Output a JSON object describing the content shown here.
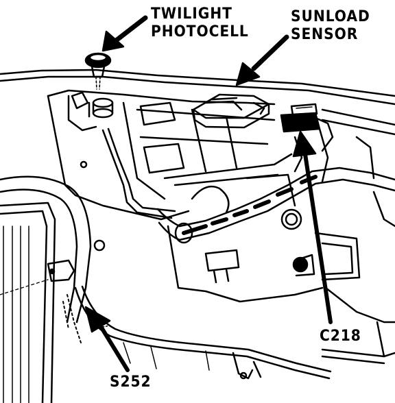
{
  "labels": {
    "twilight_photocell": [
      "TWILIGHT",
      "PHOTOCELL"
    ],
    "sunload_sensor": [
      "SUNLOAD",
      "SENSOR"
    ],
    "connector": "C218",
    "splice": "S252"
  },
  "colors": {
    "ink": "#000000",
    "paper": "#ffffff"
  }
}
